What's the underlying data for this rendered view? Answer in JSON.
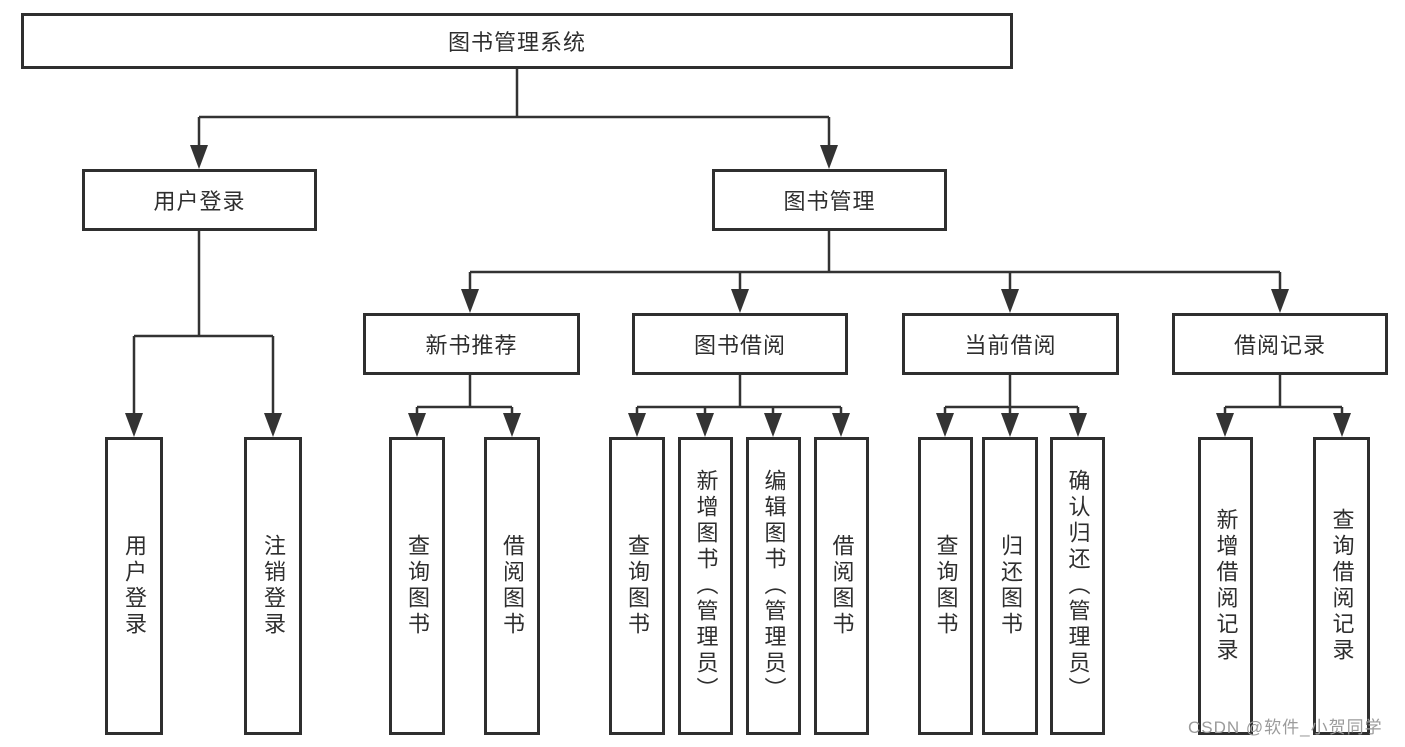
{
  "colors": {
    "line": "#333333",
    "box_border": "#2f2f2f",
    "text": "#2e2e2e",
    "watermark": "#9b9b9b",
    "background": "#ffffff"
  },
  "watermark": "CSDN @软件_小贺同学",
  "tree": {
    "root": "图书管理系统",
    "children": [
      {
        "label": "用户登录",
        "children": [
          "用户登录",
          "注销登录"
        ]
      },
      {
        "label": "图书管理",
        "children": [
          {
            "label": "新书推荐",
            "children": [
              "查询图书",
              "借阅图书"
            ]
          },
          {
            "label": "图书借阅",
            "children": [
              "查询图书",
              "新增图书（管理员）",
              "编辑图书（管理员）",
              "借阅图书"
            ]
          },
          {
            "label": "当前借阅",
            "children": [
              "查询图书",
              "归还图书",
              "确认归还（管理员）"
            ]
          },
          {
            "label": "借阅记录",
            "children": [
              "新增借阅记录",
              "查询借阅记录"
            ]
          }
        ]
      }
    ]
  }
}
